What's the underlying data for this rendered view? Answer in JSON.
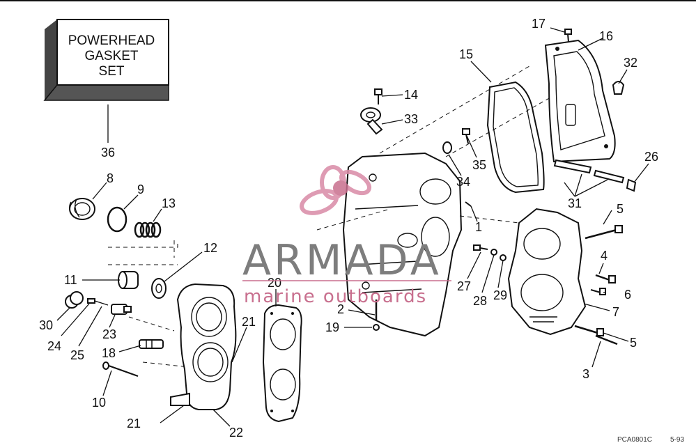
{
  "gasket_set_box": {
    "lines": [
      "POWERHEAD",
      "GASKET",
      "SET"
    ]
  },
  "watermark": {
    "brand": "ARMADA",
    "tagline": "marine outboards",
    "brand_color": "#7d7d7d",
    "accent_color": "#c86f8e"
  },
  "footer": {
    "code": "PCA0801C",
    "date": "5-93"
  },
  "callouts": {
    "c1": "1",
    "c2": "2",
    "c3": "3",
    "c4": "4",
    "c5a": "5",
    "c5b": "5",
    "c6": "6",
    "c7": "7",
    "c8": "8",
    "c9": "9",
    "c10": "10",
    "c11": "11",
    "c12": "12",
    "c13": "13",
    "c14": "14",
    "c15": "15",
    "c16": "16",
    "c17": "17",
    "c18": "18",
    "c19": "19",
    "c20": "20",
    "c21a": "21",
    "c21b": "21",
    "c22": "22",
    "c23": "23",
    "c24": "24",
    "c25": "25",
    "c26": "26",
    "c27": "27",
    "c28": "28",
    "c29": "29",
    "c30": "30",
    "c31": "31",
    "c32": "32",
    "c33": "33",
    "c34": "34",
    "c35": "35",
    "c36": "36"
  }
}
